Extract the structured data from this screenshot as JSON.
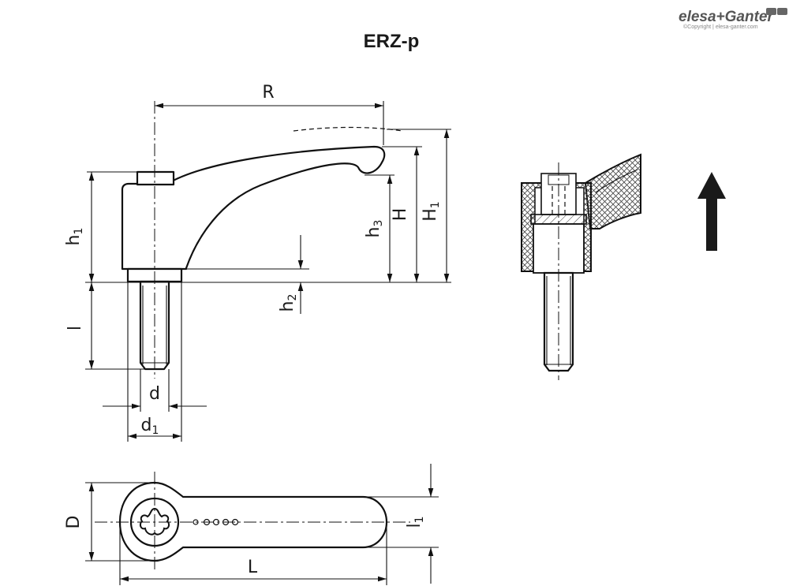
{
  "title": "ERZ-p",
  "brand": {
    "name": "elesa+Ganter",
    "copyright": "©Copyright | elesa-ganter.com"
  },
  "labels": {
    "R": "R",
    "h1": "h",
    "h1_sub": "1",
    "h2": "h",
    "h2_sub": "2",
    "h3": "h",
    "h3_sub": "3",
    "H": "H",
    "H1": "H",
    "H1_sub": "1",
    "l": "l",
    "d": "d",
    "d1": "d",
    "d1_sub": "1",
    "D": "D",
    "L": "L",
    "l1": "l",
    "l1_sub": "1"
  },
  "icons": {
    "direction": "arrow-up-icon",
    "drive": "torx-icon"
  }
}
